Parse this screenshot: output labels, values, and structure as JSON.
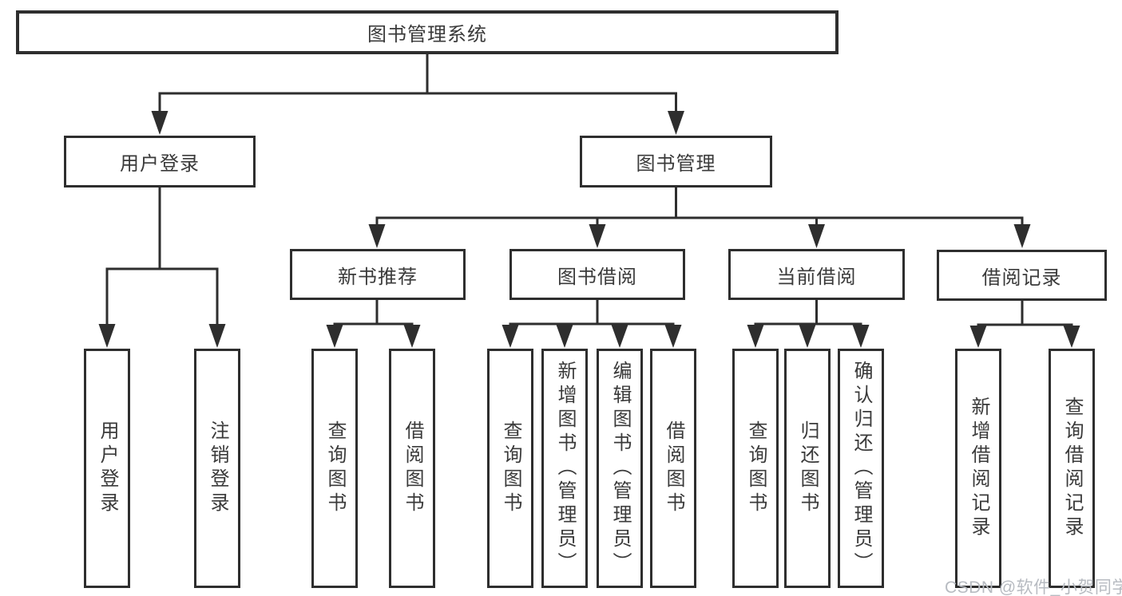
{
  "diagram_title": "图书管理系统",
  "tree": {
    "label": "图书管理系统",
    "children": [
      {
        "label": "用户登录",
        "children": [
          {
            "label": "用户登录"
          },
          {
            "label": "注销登录"
          }
        ]
      },
      {
        "label": "图书管理",
        "children": [
          {
            "label": "新书推荐",
            "children": [
              {
                "label": "查询图书"
              },
              {
                "label": "借阅图书"
              }
            ]
          },
          {
            "label": "图书借阅",
            "children": [
              {
                "label": "查询图书"
              },
              {
                "label": "新增图书（管理员）"
              },
              {
                "label": "编辑图书（管理员）"
              },
              {
                "label": "借阅图书"
              }
            ]
          },
          {
            "label": "当前借阅",
            "children": [
              {
                "label": "查询图书"
              },
              {
                "label": "归还图书"
              },
              {
                "label": "确认归还（管理员）"
              }
            ]
          },
          {
            "label": "借阅记录",
            "children": [
              {
                "label": "新增借阅记录"
              },
              {
                "label": "查询借阅记录"
              }
            ]
          }
        ]
      }
    ]
  },
  "watermark": {
    "text": "CSDN @软件_小贺同学"
  },
  "colors": {
    "line": "#2e2e2e",
    "text": "#3a3a3a",
    "background": "#ffffff",
    "watermark": "#b7bbc1"
  }
}
